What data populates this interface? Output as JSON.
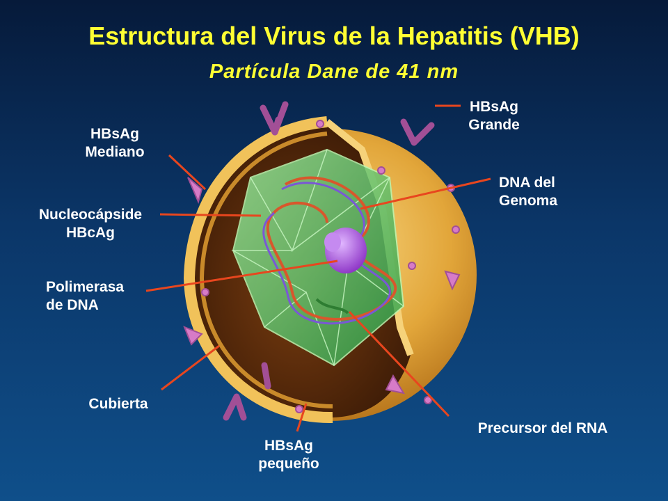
{
  "slide": {
    "title": "Estructura del Virus de la Hepatitis (VHB)",
    "subtitle": "Partícula Dane de 41 nm"
  },
  "labels": {
    "hbsag_grande": {
      "line1": "HBsAg",
      "line2": "Grande"
    },
    "hbsag_mediano": {
      "line1": "HBsAg",
      "line2": "Mediano"
    },
    "dna_genoma": {
      "line1": "DNA del",
      "line2": "Genoma"
    },
    "nucleocapside": {
      "line1": "Nucleocápside",
      "line2": "HBcAg"
    },
    "polimerasa": {
      "line1": "Polimerasa",
      "line2": "de DNA"
    },
    "cubierta": {
      "line1": "Cubierta"
    },
    "precursor_rna": {
      "line1": "Precursor del RNA"
    },
    "hbsag_pequeno": {
      "line1": "HBsAg",
      "line2": "pequeño"
    }
  },
  "colors": {
    "title": "#ffff33",
    "leader_line": "#e8461e",
    "envelope": "#e9b442",
    "capsid": "#58c25b",
    "spike": "#d77bc7",
    "polymerase": "#a04fd0",
    "background": "#0b3668"
  }
}
